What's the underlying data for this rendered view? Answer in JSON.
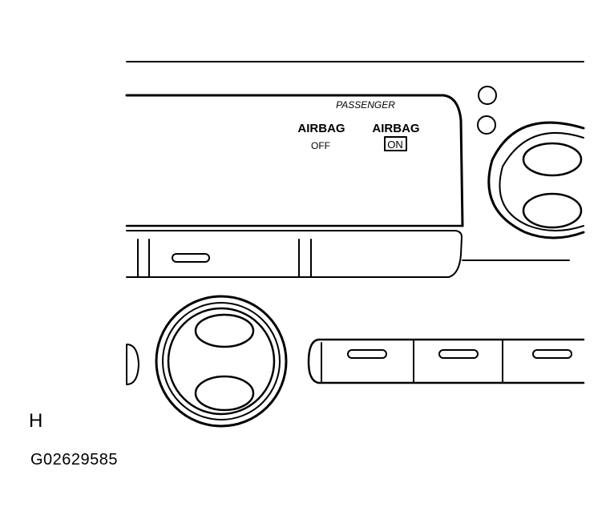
{
  "indicator": {
    "heading": "PASSENGER",
    "off_label_top": "AIRBAG",
    "off_label_bottom": "OFF",
    "on_label_top": "AIRBAG",
    "on_label_bottom": "ON"
  },
  "figure": {
    "letter": "H",
    "code": "G02629585"
  }
}
